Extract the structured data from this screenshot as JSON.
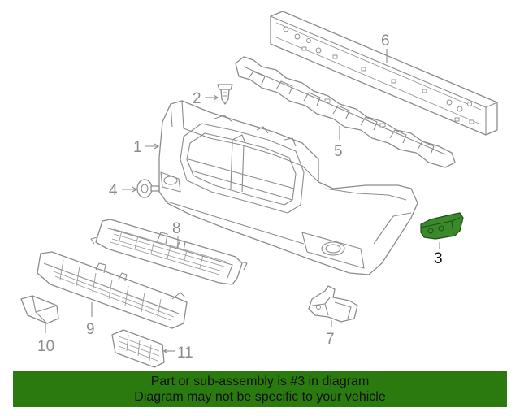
{
  "diagram": {
    "callouts": {
      "c1": "1",
      "c2": "2",
      "c3": "3",
      "c4": "4",
      "c5": "5",
      "c6": "6",
      "c7": "7",
      "c8": "8",
      "c9": "9",
      "c10": "10",
      "c11": "11"
    },
    "highlighted_callout": "3",
    "colors": {
      "line": "#8c8c8c",
      "highlight": "#3a8a2c",
      "banner": "#2a7a10"
    }
  },
  "banner": {
    "line1": "Part or sub-assembly is #3 in diagram",
    "line2": "Diagram may not be specific to your vehicle"
  }
}
